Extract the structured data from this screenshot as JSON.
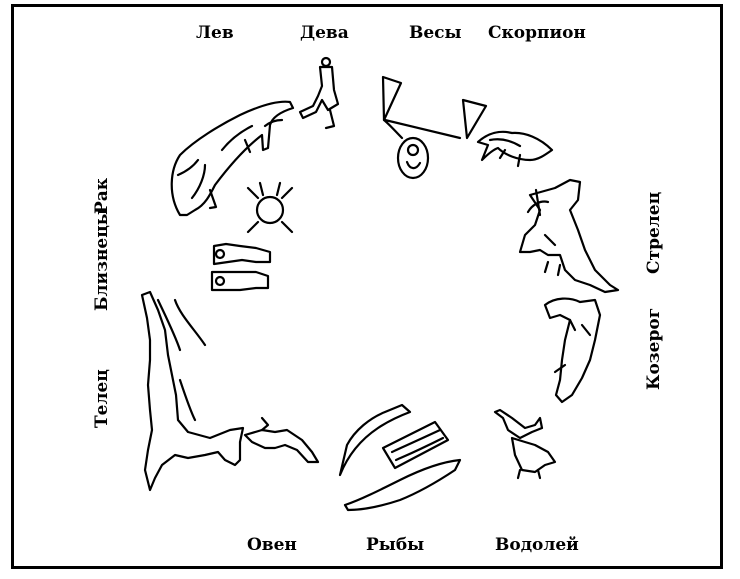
{
  "signs": {
    "leo": "Лев",
    "virgo": "Дева",
    "libra": "Весы",
    "scorpio": "Скорпион",
    "cancer": "Рак",
    "gemini": "Близнецы",
    "taurus": "Телец",
    "sagittarius": "Стрелец",
    "capricorn": "Козерог",
    "aries": "Овен",
    "pisces": "Рыбы",
    "aquarius": "Водолей"
  }
}
